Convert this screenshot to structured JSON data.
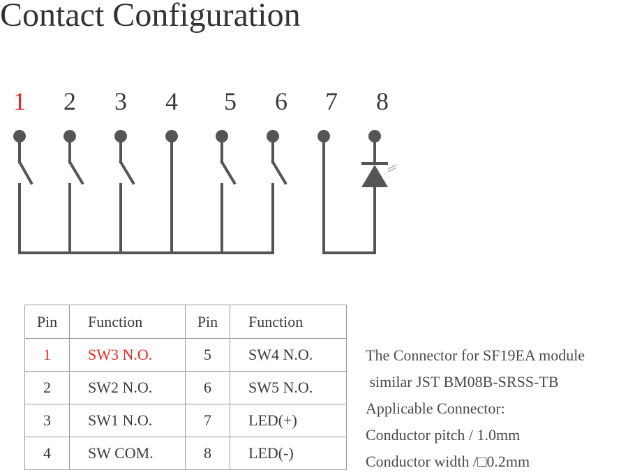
{
  "title": "Contact Configuration",
  "pins": [
    {
      "label": "1",
      "highlight": true
    },
    {
      "label": "2",
      "highlight": false
    },
    {
      "label": "3",
      "highlight": false
    },
    {
      "label": "4",
      "highlight": false
    },
    {
      "label": "5",
      "highlight": false
    },
    {
      "label": "6",
      "highlight": false
    },
    {
      "label": "7",
      "highlight": false
    },
    {
      "label": "8",
      "highlight": false
    }
  ],
  "table": {
    "headers": [
      "Pin",
      "Function",
      "Pin",
      "Function"
    ],
    "rows": [
      {
        "pin_a": "1",
        "fn_a": "SW3 N.O.",
        "pin_b": "5",
        "fn_b": "SW4 N.O."
      },
      {
        "pin_a": "2",
        "fn_a": "SW2 N.O.",
        "pin_b": "6",
        "fn_b": "SW5 N.O."
      },
      {
        "pin_a": "3",
        "fn_a": "SW1 N.O.",
        "pin_b": "7",
        "fn_b": "LED(+)"
      },
      {
        "pin_a": "4",
        "fn_a": "SW COM.",
        "pin_b": "8",
        "fn_b": "LED(-)"
      }
    ]
  },
  "notes": [
    "The Connector for SF19EA module",
    " similar JST BM08B-SRSS-TB",
    "Applicable Connector:",
    "Conductor pitch / 1.0mm",
    "Conductor width /□0.2mm"
  ],
  "colors": {
    "highlight": "#e8281e",
    "line": "#555555"
  }
}
